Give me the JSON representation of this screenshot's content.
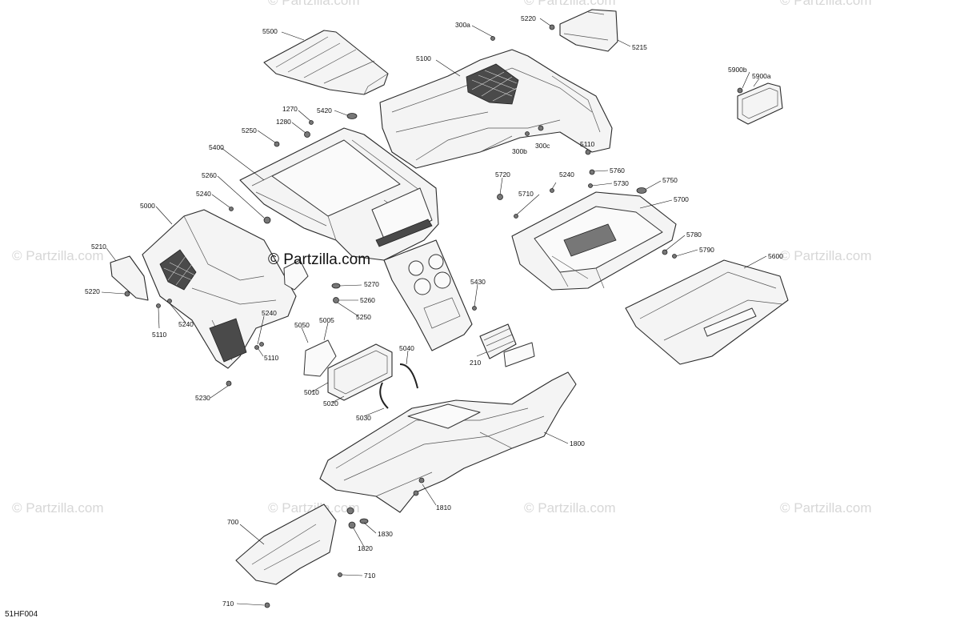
{
  "figure_id": "51HF004",
  "watermark": "© Partzilla.com",
  "parts": [
    {
      "id": "5500"
    },
    {
      "id": "5100"
    },
    {
      "id": "5215"
    },
    {
      "id": "5220"
    },
    {
      "id": "300a"
    },
    {
      "id": "300b"
    },
    {
      "id": "300c"
    },
    {
      "id": "5900a"
    },
    {
      "id": "5900b"
    },
    {
      "id": "1270"
    },
    {
      "id": "1280"
    },
    {
      "id": "5420"
    },
    {
      "id": "5250"
    },
    {
      "id": "5400"
    },
    {
      "id": "5260"
    },
    {
      "id": "5240"
    },
    {
      "id": "5000"
    },
    {
      "id": "5210"
    },
    {
      "id": "5110"
    },
    {
      "id": "5230"
    },
    {
      "id": "5270"
    },
    {
      "id": "5050"
    },
    {
      "id": "5005"
    },
    {
      "id": "5010"
    },
    {
      "id": "5020"
    },
    {
      "id": "5030"
    },
    {
      "id": "5040"
    },
    {
      "id": "5430"
    },
    {
      "id": "210"
    },
    {
      "id": "5720"
    },
    {
      "id": "5710"
    },
    {
      "id": "5760"
    },
    {
      "id": "5730"
    },
    {
      "id": "5750"
    },
    {
      "id": "5700"
    },
    {
      "id": "5780"
    },
    {
      "id": "5790"
    },
    {
      "id": "5600"
    },
    {
      "id": "1800"
    },
    {
      "id": "1810"
    },
    {
      "id": "1830"
    },
    {
      "id": "1820"
    },
    {
      "id": "700"
    },
    {
      "id": "710"
    }
  ]
}
